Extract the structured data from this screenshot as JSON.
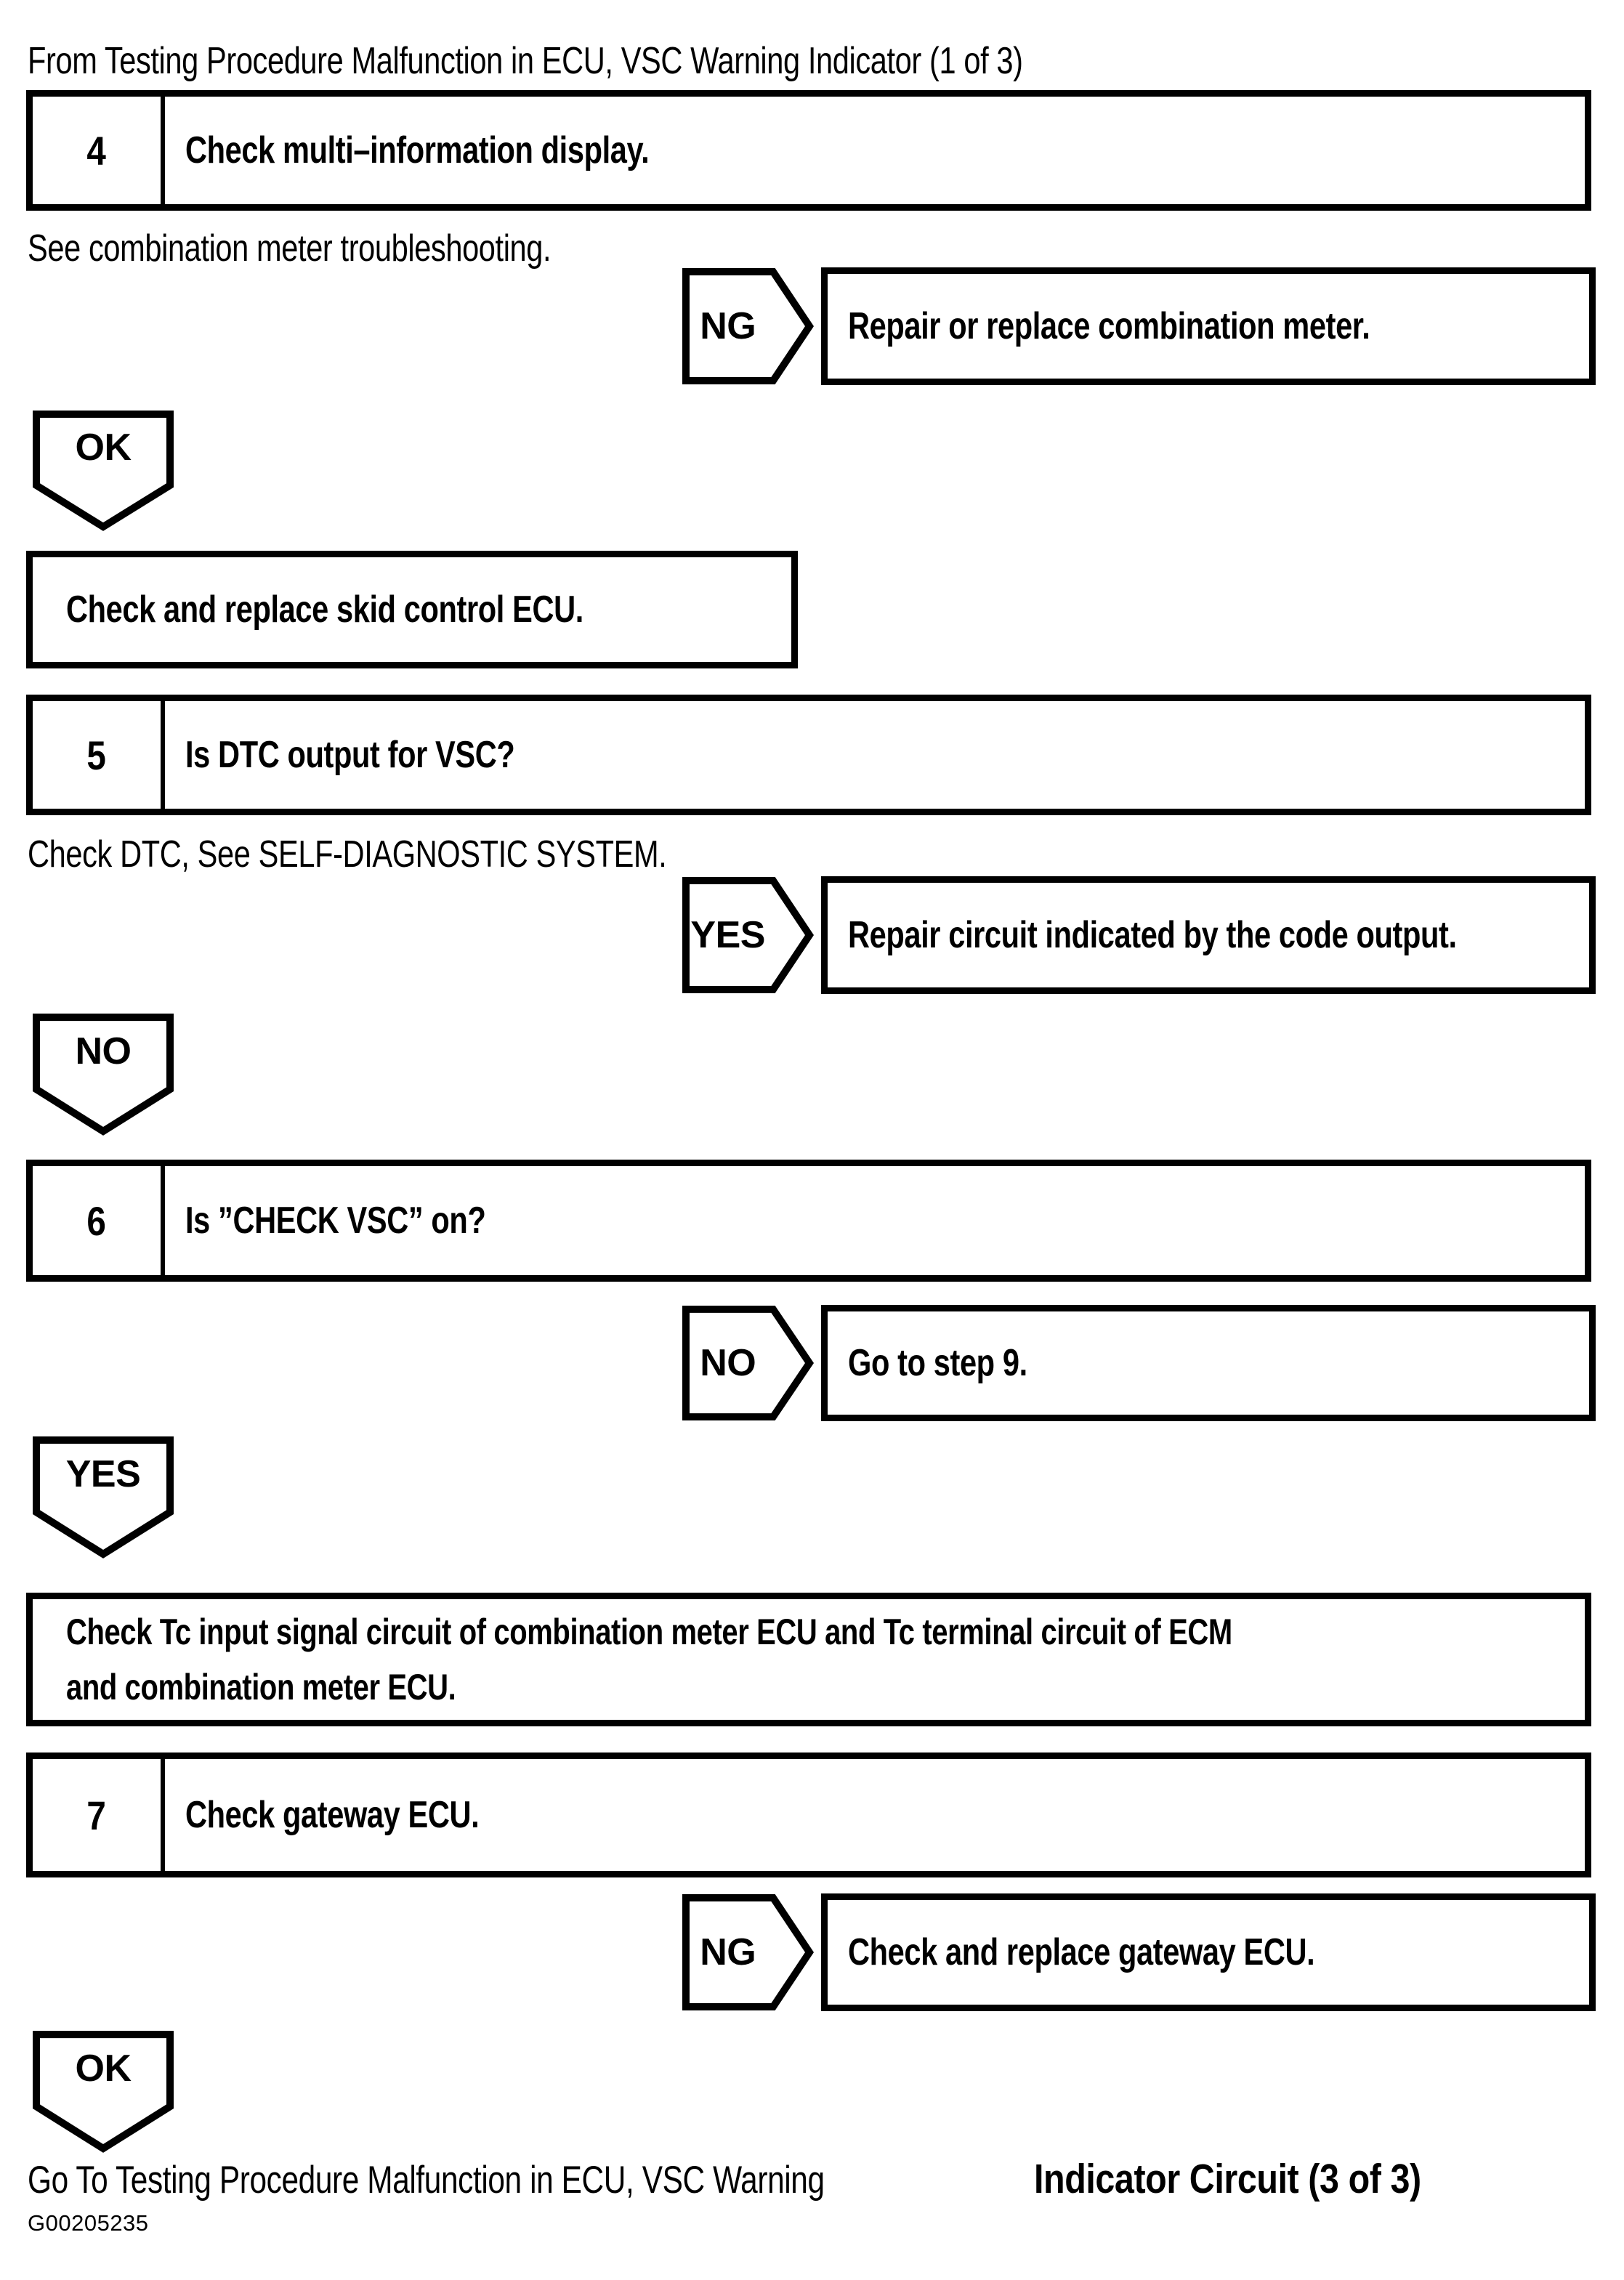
{
  "header": {
    "source_note": "From Testing Procedure Malfunction in ECU, VSC Warning Indicator (1 of 3)"
  },
  "colors": {
    "ink": "#000000",
    "paper": "#ffffff"
  },
  "steps": [
    {
      "number": "4",
      "title": "Check multi–information display.",
      "note": "See combination meter troubleshooting.",
      "branch_label": "NG",
      "branch_action": "Repair or replace combination meter.",
      "pass_label": "OK",
      "pass_action": "Check and replace skid control ECU."
    },
    {
      "number": "5",
      "title": "Is DTC output for VSC?",
      "note": "Check DTC, See SELF-DIAGNOSTIC SYSTEM.",
      "branch_label": "YES",
      "branch_action": "Repair circuit indicated by the code output.",
      "pass_label": "NO"
    },
    {
      "number": "6",
      "title": "Is ”CHECK VSC” on?",
      "branch_label": "NO",
      "branch_action": "Go to step 9.",
      "pass_label": "YES",
      "pass_action_line1": "Check Tc input signal circuit of combination meter ECU and Tc terminal circuit of ECM",
      "pass_action_line2": "and combination meter ECU."
    },
    {
      "number": "7",
      "title": "Check gateway ECU.",
      "branch_label": "NG",
      "branch_action": "Check and replace gateway ECU.",
      "pass_label": "OK"
    }
  ],
  "footer": {
    "go_to_prefix": "Go To Testing Procedure Malfunction in ECU, VSC Warning",
    "go_to_emphasis": "Indicator Circuit (3 of 3)",
    "figure_code": "G00205235"
  }
}
